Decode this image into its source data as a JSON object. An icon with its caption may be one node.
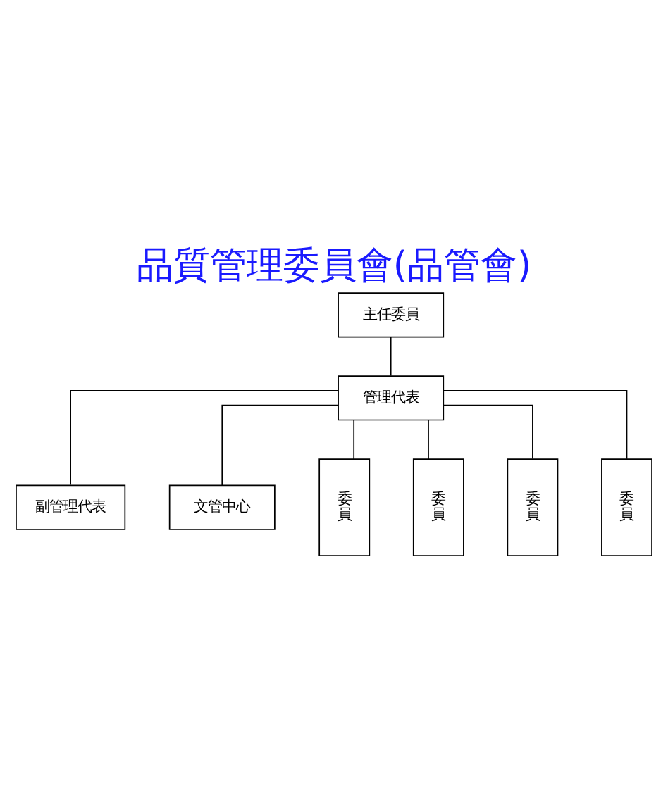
{
  "diagram": {
    "title": "品質管理委員會(品管會)",
    "nodes": [
      {
        "text": [
          "主任委員"
        ]
      },
      {
        "text": [
          "管理代表"
        ]
      },
      {
        "text": [
          "副管理代表"
        ]
      },
      {
        "text": [
          "文管中心"
        ]
      },
      {
        "text": [
          "委員"
        ]
      },
      {
        "text": [
          "委員"
        ]
      },
      {
        "text": [
          "委員"
        ]
      },
      {
        "text": [
          "委員"
        ]
      }
    ],
    "edges": [
      {
        "from": 0,
        "to": 1,
        "arrow": "none"
      },
      {
        "from": 1,
        "to": 2,
        "arrow": "none"
      },
      {
        "from": 1,
        "to": 3,
        "arrow": "none"
      },
      {
        "from": 1,
        "to": 4,
        "arrow": "none"
      },
      {
        "from": 1,
        "to": 5,
        "arrow": "none"
      },
      {
        "from": 1,
        "to": 6,
        "arrow": "none"
      },
      {
        "from": 1,
        "to": 7,
        "arrow": "none"
      }
    ]
  }
}
